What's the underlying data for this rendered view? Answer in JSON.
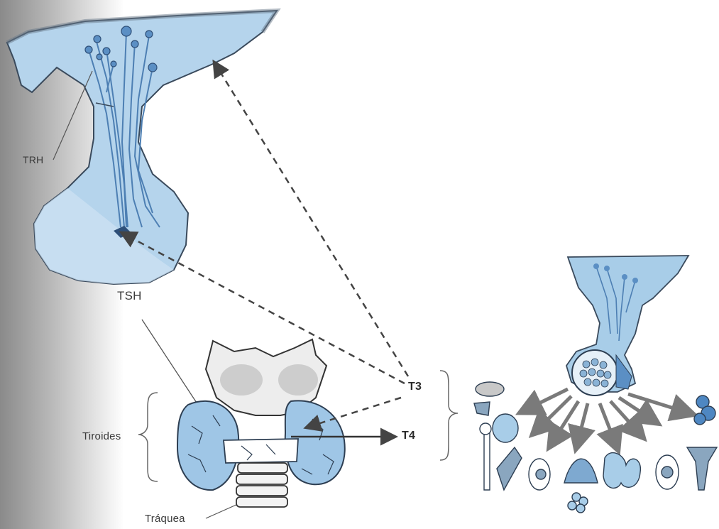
{
  "labels": {
    "trh": "TRH",
    "tsh": "TSH",
    "t3": "T3",
    "t4": "T4",
    "tiroides": "Tiroides",
    "traquea": "Tráquea"
  },
  "colors": {
    "tissue_blue": "#a8cde8",
    "tissue_light": "#d6e8f5",
    "tissue_dark": "#5b8fc4",
    "outline": "#3a4a5c",
    "arrow_grey": "#7a7a7a",
    "dash": "#444444"
  },
  "icons": [
    "hypothalamus-pituitary-icon",
    "thyroid-gland-icon",
    "trachea-icon",
    "mini-pituitary-icon",
    "target-organs-icon"
  ]
}
